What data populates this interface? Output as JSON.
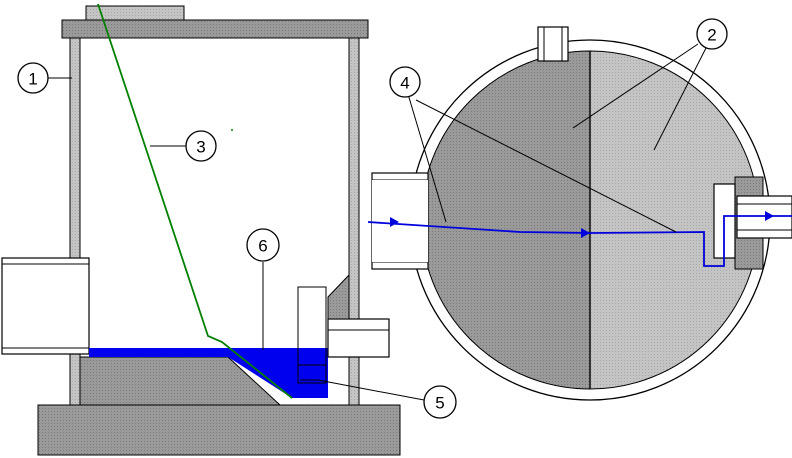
{
  "callouts": [
    {
      "id": "1",
      "text": "1"
    },
    {
      "id": "2",
      "text": "2"
    },
    {
      "id": "3",
      "text": "3"
    },
    {
      "id": "4",
      "text": "4"
    },
    {
      "id": "5",
      "text": "5"
    },
    {
      "id": "6",
      "text": "6"
    }
  ],
  "colors": {
    "water": "#0000ee",
    "flow_line": "#0000dd",
    "green_line": "#008000",
    "wall": "#8f8f8f",
    "light_fill": "#bdbdbd",
    "outline": "#000000"
  }
}
